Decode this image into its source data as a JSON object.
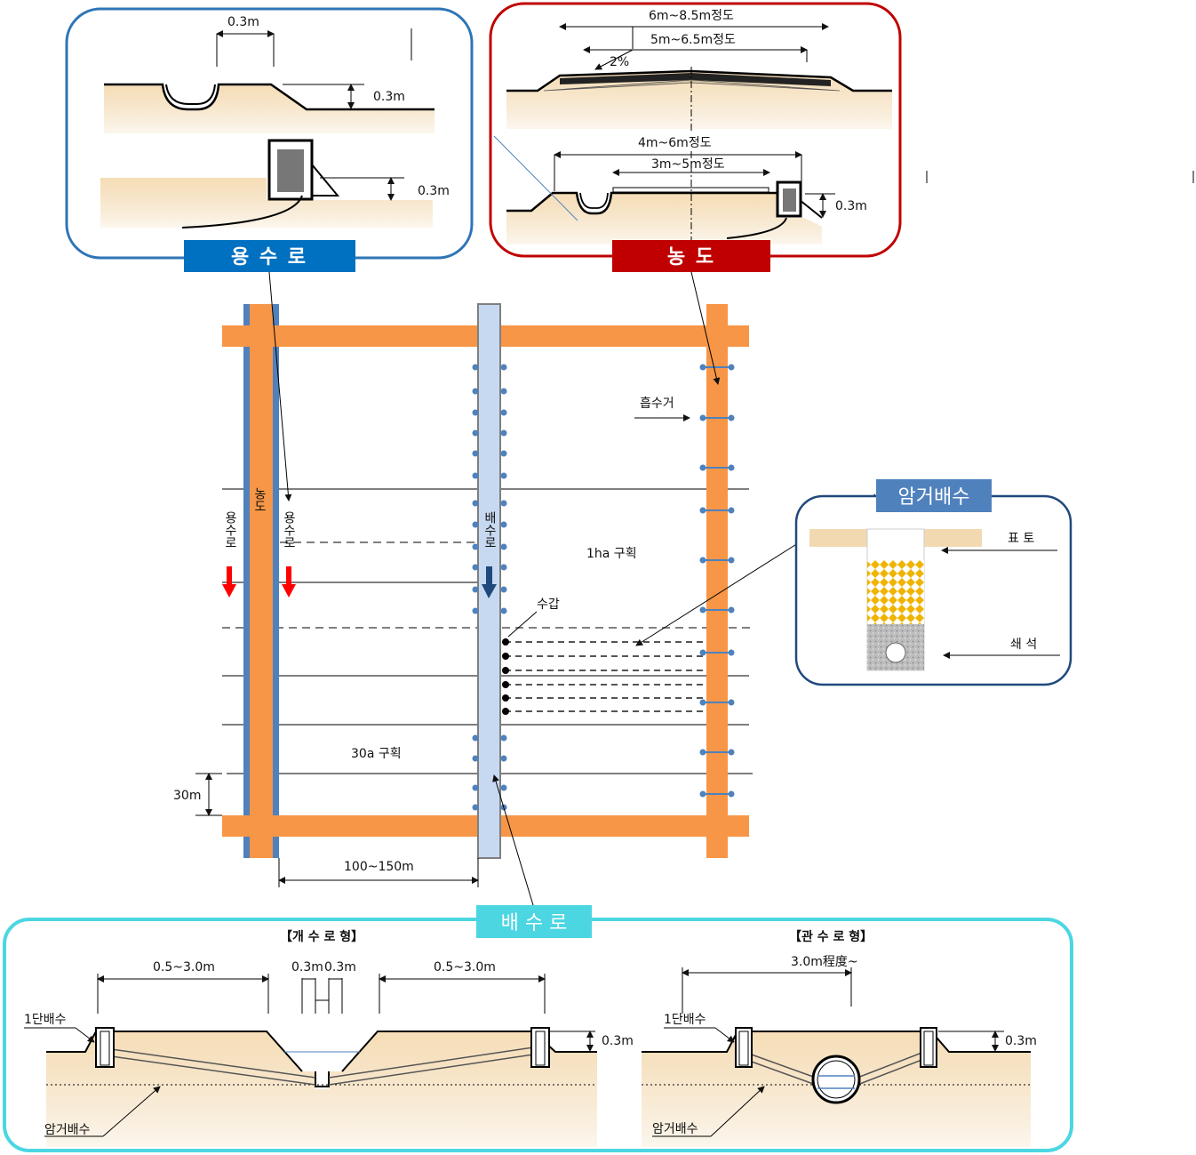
{
  "irrigation": {
    "title": "용 수 로",
    "width_label": "0.3m",
    "depth_label_1": "0.3m",
    "depth_label_2": "0.3m"
  },
  "farm_road": {
    "title": "농  도",
    "width_total": "6m~8.5m정도",
    "width_paved": "5m~6.5m정도",
    "slope": "2%",
    "width_total_2": "4m~6m정도",
    "width_paved_2": "3m~5m정도",
    "depth_label": "0.3m"
  },
  "layout": {
    "road_vertical": "농도",
    "irrigation_left": "용수로",
    "irrigation_right": "용수로",
    "drainage_channel": "배수로",
    "inlet_label": "흡수거",
    "block_1ha": "1ha 구획",
    "gate_label": "수갑",
    "block_30a": "30a 구획",
    "spacing_30m": "30m",
    "spacing_100_150": "100~150m"
  },
  "underdrain": {
    "title": "암거배수",
    "topsoil": "표 토",
    "gravel": "쇄 석"
  },
  "drainage": {
    "title": "배 수 로",
    "open_type": {
      "header": "【개 수 로 형】",
      "left_width": "0.5~3.0m",
      "center_width_a": "0.3m",
      "center_width_b": "0.3m",
      "right_width": "0.5~3.0m",
      "depth": "0.3m",
      "first_stage": "1단배수",
      "underdrain": "암거배수"
    },
    "pipe_type": {
      "header": "【관 수 로 형】",
      "width": "3.0m程度~",
      "depth": "0.3m",
      "first_stage": "1단배수",
      "underdrain": "암거배수"
    }
  },
  "colors": {
    "road": "#F79646",
    "irrigation_blue": "#4F81BD",
    "drainage_fill": "#C6D9F1",
    "soil": "#F3D9B1",
    "irrigation_title_bg": "#0070C0",
    "road_title_bg": "#C00000",
    "underdrain_title_bg": "#4F81BD",
    "drainage_title_bg": "#4BD6E2",
    "flow_red": "#FF0000",
    "flow_navy": "#1F497D"
  }
}
